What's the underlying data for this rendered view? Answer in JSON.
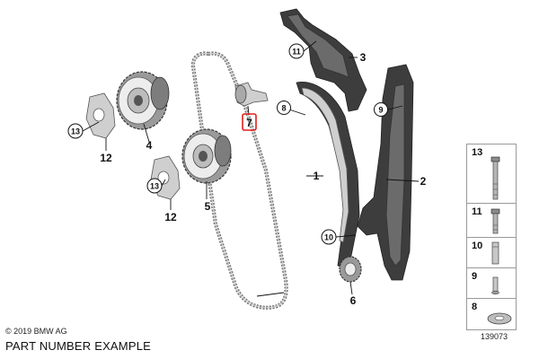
{
  "callouts": {
    "p1": "1",
    "p2": "2",
    "p3": "3",
    "p4": "4",
    "p5": "5",
    "p6": "6",
    "p7": "7",
    "p8": "8",
    "p9": "9",
    "p10": "10",
    "p11": "11",
    "p12a": "12",
    "p12b": "12",
    "p13a": "13",
    "p13b": "13"
  },
  "side_table": {
    "rows": [
      {
        "number": "13",
        "icon": "long-bolt-icon"
      },
      {
        "number": "11",
        "icon": "bolt-icon"
      },
      {
        "number": "10",
        "icon": "sleeve-bolt-icon"
      },
      {
        "number": "9",
        "icon": "pin-icon"
      },
      {
        "number": "8",
        "icon": "washer-icon"
      }
    ]
  },
  "footer": {
    "copyright": "© 2019 BMW AG",
    "label": "PART NUMBER EXAMPLE",
    "diagram_id": "139073"
  },
  "colors": {
    "highlight_box": "#e0201b",
    "part_dark": "#3d3d3d",
    "chain": "#7a7a7a"
  }
}
